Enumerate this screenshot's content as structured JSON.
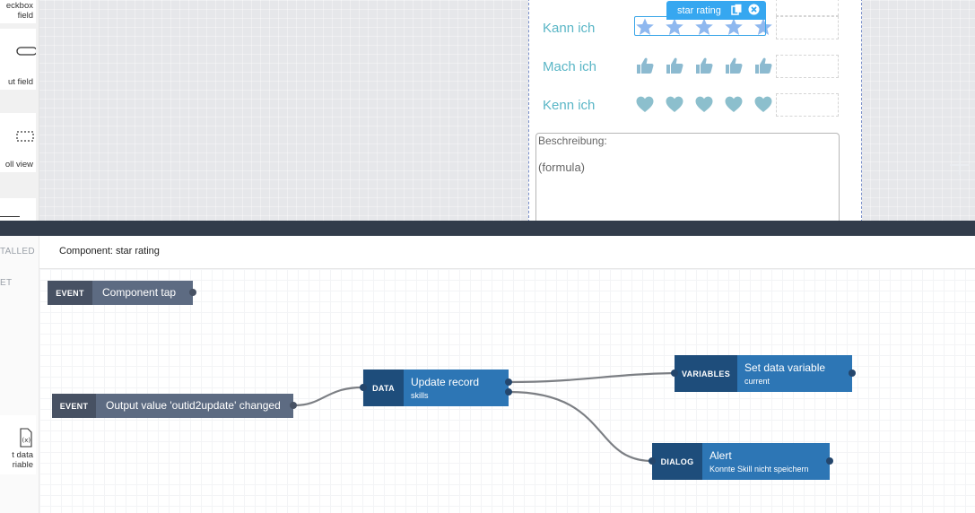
{
  "palette": {
    "items": [
      {
        "label_line1": "eckbox",
        "label_line2": "field"
      },
      {
        "label_line1": "ut field"
      },
      {
        "label_line1": "oll view"
      },
      {
        "label_line1": "t data",
        "label_line2": "riable"
      }
    ]
  },
  "phone": {
    "component_tag": "star rating",
    "ratings": [
      {
        "label": "Kann ich",
        "icon": "star-icon",
        "count": 5
      },
      {
        "label": "Mach ich",
        "icon": "thumbs-up-icon",
        "count": 5
      },
      {
        "label": "Kenn ich",
        "icon": "heart-icon",
        "count": 5
      }
    ],
    "description_label": "Beschreibung:",
    "description_value": "(formula)"
  },
  "logic": {
    "sidebar_tabs": [
      "TALLED",
      "ET"
    ],
    "header": "Component: star rating",
    "nodes": {
      "component_tap": {
        "kind": "EVENT",
        "title": "Component tap"
      },
      "output_changed": {
        "kind": "EVENT",
        "title": "Output value 'outid2update' changed"
      },
      "update_record": {
        "kind": "DATA",
        "title": "Update record",
        "sub": "skills"
      },
      "set_variable": {
        "kind": "VARIABLES",
        "title": "Set data variable",
        "sub": "current"
      },
      "alert": {
        "kind": "DIALOG",
        "title": "Alert",
        "sub": "Konnte Skill nicht speichern"
      }
    }
  },
  "colors": {
    "rating_accent": "#5ab6c6",
    "star_fill": "#8fb8ef",
    "selection": "#36a7f0",
    "divider": "#323c4b",
    "event_kind": "#475163",
    "action_kind": "#1e4d7b",
    "action_body": "#2d76b5"
  }
}
